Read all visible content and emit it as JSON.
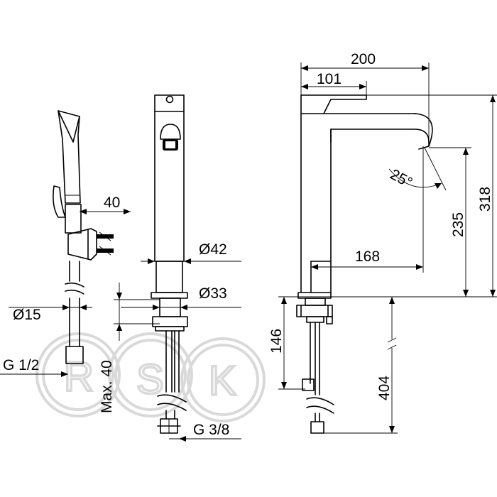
{
  "watermark": {
    "text": "RSK",
    "color": "#d9d9d9"
  },
  "dimensions": {
    "hose_connector_offset": "40",
    "hose_diameter": "Ø15",
    "hose_thread": "G 1/2",
    "spout_width": "200",
    "body_offset": "101",
    "body_diameter": "Ø42",
    "base_diameter": "Ø33",
    "max_deck_thickness": "Max. 40",
    "connection_thread": "G 3/8",
    "spout_angle": "25°",
    "total_height": "318",
    "outlet_height": "235",
    "spout_reach": "168",
    "shank_length": "146",
    "hose_length": "404"
  }
}
